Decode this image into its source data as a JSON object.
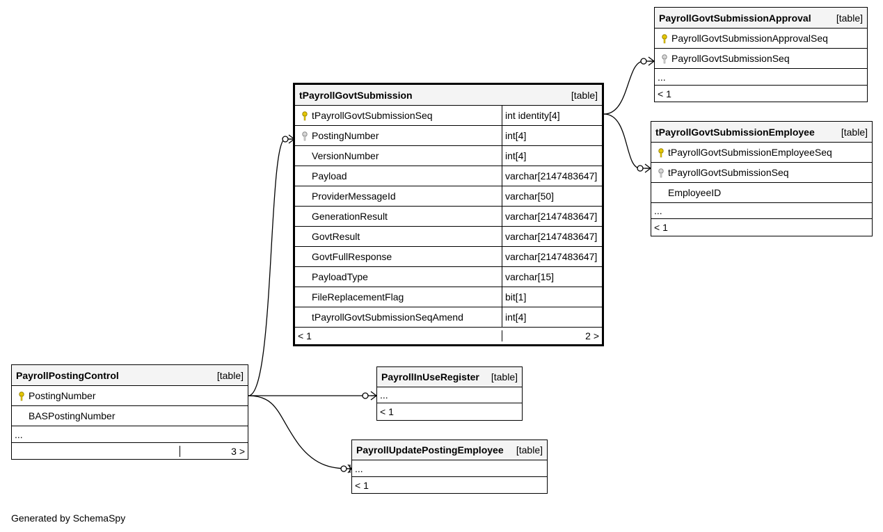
{
  "tables": {
    "approval": {
      "name": "PayrollGovtSubmissionApproval",
      "kind": "[table]",
      "rows": [
        {
          "key": "primary",
          "column": "PayrollGovtSubmissionApprovalSeq"
        },
        {
          "key": "foreign",
          "column": "PayrollGovtSubmissionSeq"
        }
      ],
      "ellipsis": "...",
      "footer": [
        "< 1",
        "",
        ""
      ]
    },
    "employee": {
      "name": "tPayrollGovtSubmissionEmployee",
      "kind": "[table]",
      "rows": [
        {
          "key": "primary",
          "column": "tPayrollGovtSubmissionEmployeeSeq"
        },
        {
          "key": "foreign",
          "column": "tPayrollGovtSubmissionSeq"
        },
        {
          "key": "none",
          "column": "EmployeeID"
        }
      ],
      "ellipsis": "...",
      "footer": [
        "< 1",
        "",
        ""
      ]
    },
    "main": {
      "name": "tPayrollGovtSubmission",
      "kind": "[table]",
      "rows": [
        {
          "key": "primary",
          "column": "tPayrollGovtSubmissionSeq",
          "type": "int identity[4]"
        },
        {
          "key": "foreign",
          "column": "PostingNumber",
          "type": "int[4]"
        },
        {
          "key": "none",
          "column": "VersionNumber",
          "type": "int[4]"
        },
        {
          "key": "none",
          "column": "Payload",
          "type": "varchar[2147483647]"
        },
        {
          "key": "none",
          "column": "ProviderMessageId",
          "type": "varchar[50]"
        },
        {
          "key": "none",
          "column": "GenerationResult",
          "type": "varchar[2147483647]"
        },
        {
          "key": "none",
          "column": "GovtResult",
          "type": "varchar[2147483647]"
        },
        {
          "key": "none",
          "column": "GovtFullResponse",
          "type": "varchar[2147483647]"
        },
        {
          "key": "none",
          "column": "PayloadType",
          "type": "varchar[15]"
        },
        {
          "key": "none",
          "column": "FileReplacementFlag",
          "type": "bit[1]"
        },
        {
          "key": "none",
          "column": "tPayrollGovtSubmissionSeqAmend",
          "type": "int[4]"
        }
      ],
      "footer": [
        "< 1",
        "",
        "2 >"
      ]
    },
    "posting_control": {
      "name": "PayrollPostingControl",
      "kind": "[table]",
      "rows": [
        {
          "key": "primary",
          "column": "PostingNumber"
        },
        {
          "key": "none",
          "column": "BASPostingNumber"
        }
      ],
      "ellipsis": "...",
      "footer": [
        "",
        "",
        "3 >"
      ]
    },
    "in_use": {
      "name": "PayrollInUseRegister",
      "kind": "[table]",
      "ellipsis": "...",
      "footer": [
        "< 1",
        "",
        ""
      ]
    },
    "update_posting": {
      "name": "PayrollUpdatePostingEmployee",
      "kind": "[table]",
      "ellipsis": "...",
      "footer": [
        "< 1",
        "",
        ""
      ]
    }
  },
  "colors": {
    "primary_key": "#e6c800",
    "foreign_key": "#b0b0b0",
    "header_bg": "#f4f4f4"
  },
  "footer_text": "Generated by SchemaSpy"
}
